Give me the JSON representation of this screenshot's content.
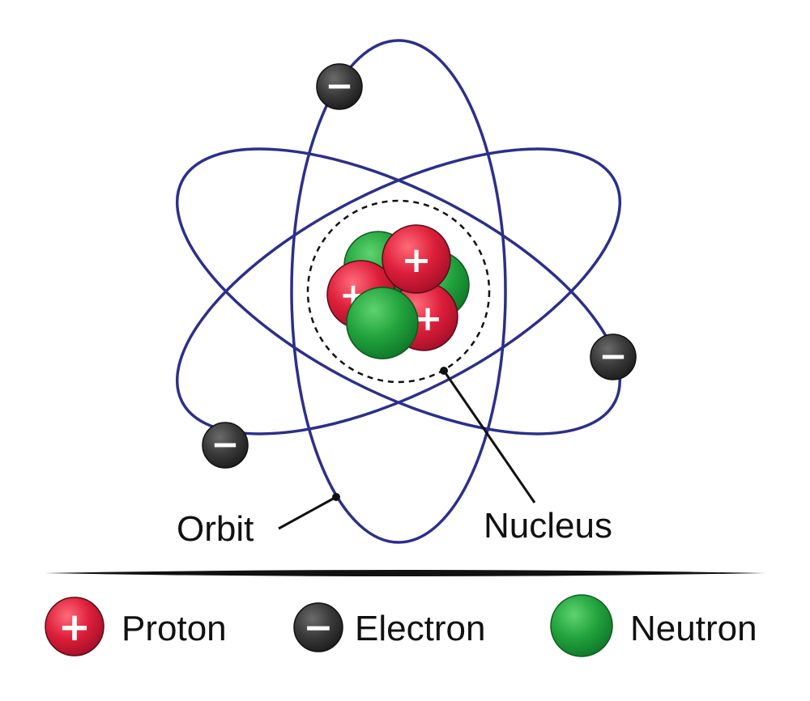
{
  "labels": {
    "orbit": "Orbit",
    "nucleus": "Nucleus"
  },
  "legend": [
    {
      "key": "proton",
      "label": "Proton",
      "symbol": "+"
    },
    {
      "key": "electron",
      "label": "Electron",
      "symbol": "−"
    },
    {
      "key": "neutron",
      "label": "Neutron",
      "symbol": ""
    }
  ],
  "particle_symbols": {
    "proton": "+",
    "electron": "−"
  },
  "colors": {
    "orbit": "#2b2f8c",
    "proton": "#d7263d",
    "electron": "#3a3a3a",
    "neutron": "#1f9a3a",
    "outline": "#1a1a1a"
  }
}
